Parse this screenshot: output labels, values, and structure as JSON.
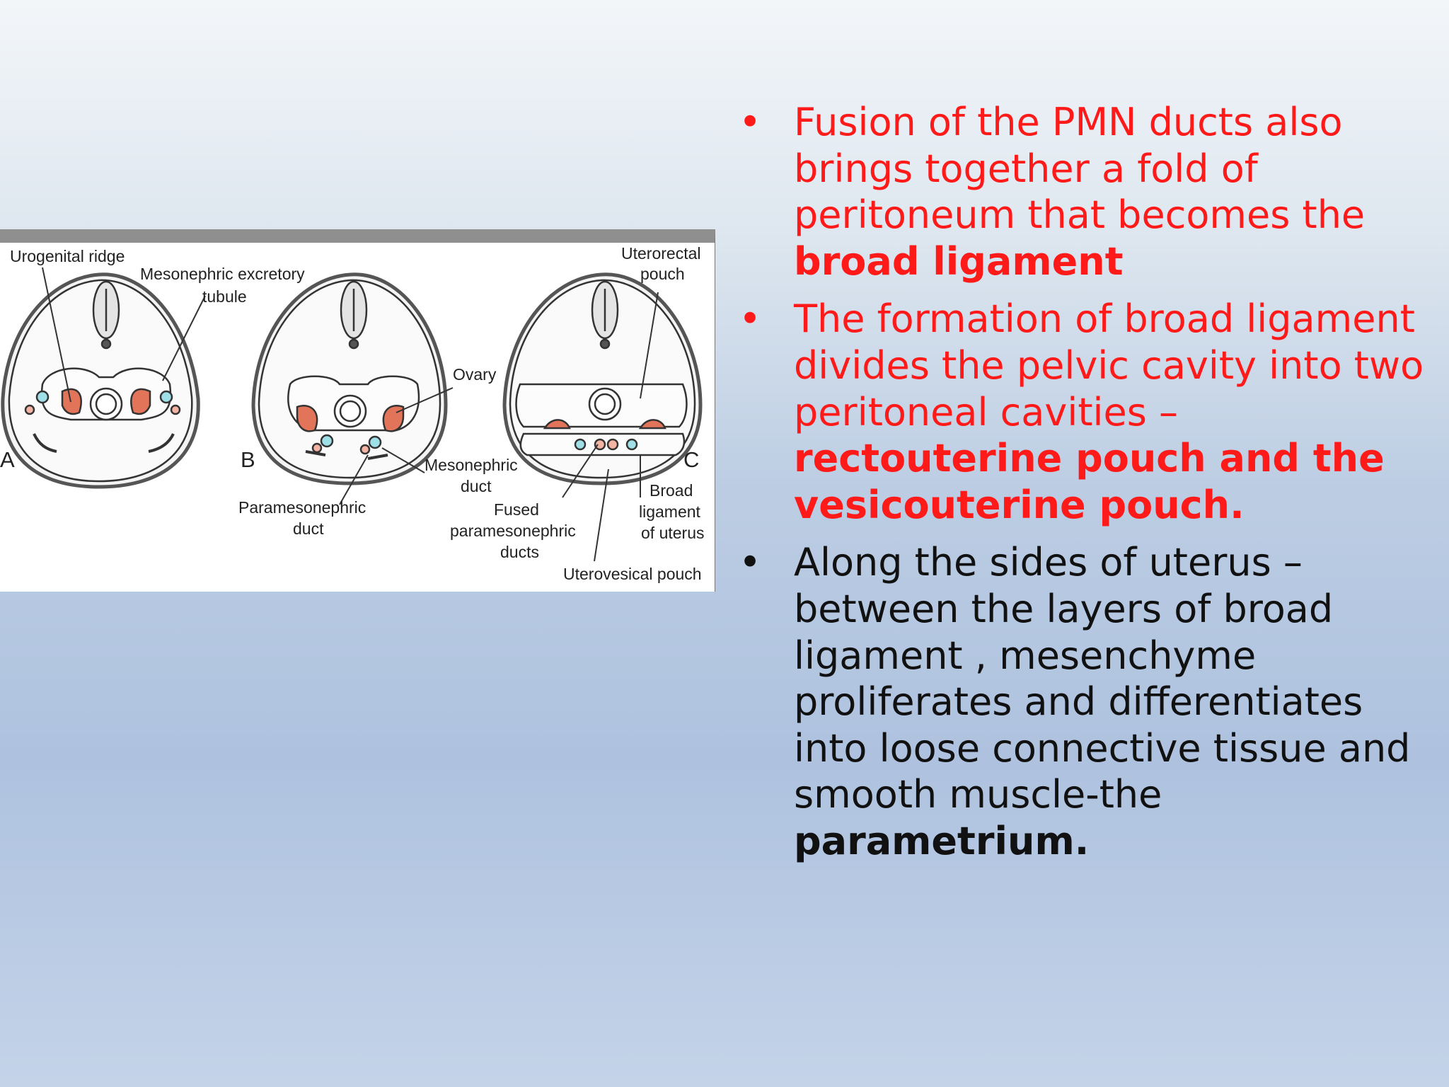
{
  "figure": {
    "labels": {
      "urogenital_ridge": "Urogenital ridge",
      "mesonephric_excretory": "Mesonephric excretory",
      "tubule": "tubule",
      "uterorectal": "Uterorectal",
      "pouch": "pouch",
      "ovary": "Ovary",
      "a": "A",
      "b": "B",
      "c": "C",
      "mesonephric_duct_1": "Mesonephric",
      "mesonephric_duct_2": "duct",
      "broad_1": "Broad",
      "broad_2": "ligament",
      "broad_3": "of uterus",
      "paramesonephric_1": "Paramesonephric",
      "paramesonephric_2": "duct",
      "fused_1": "Fused",
      "fused_2": "paramesonephric",
      "fused_3": "ducts",
      "uterovesical": "Uterovesical pouch"
    }
  },
  "bullets": [
    {
      "bullet": "•",
      "text": "Fusion of the PMN ducts also brings together a fold of peritoneum that becomes the ",
      "bold": "broad ligament"
    },
    {
      "bullet": "•",
      "text": "The formation of broad ligament divides the pelvic cavity into two peritoneal cavities –",
      "bold": "rectouterine pouch and the vesicouterine pouch."
    },
    {
      "bullet": "•",
      "text": "Along the sides of uterus – between the layers of broad ligament , mesenchyme proliferates and differentiates into loose connective tissue and smooth muscle-the ",
      "bold": "parametrium."
    }
  ],
  "colors": {
    "primary_text": "#ff1a1a",
    "secondary_text": "#111111"
  }
}
